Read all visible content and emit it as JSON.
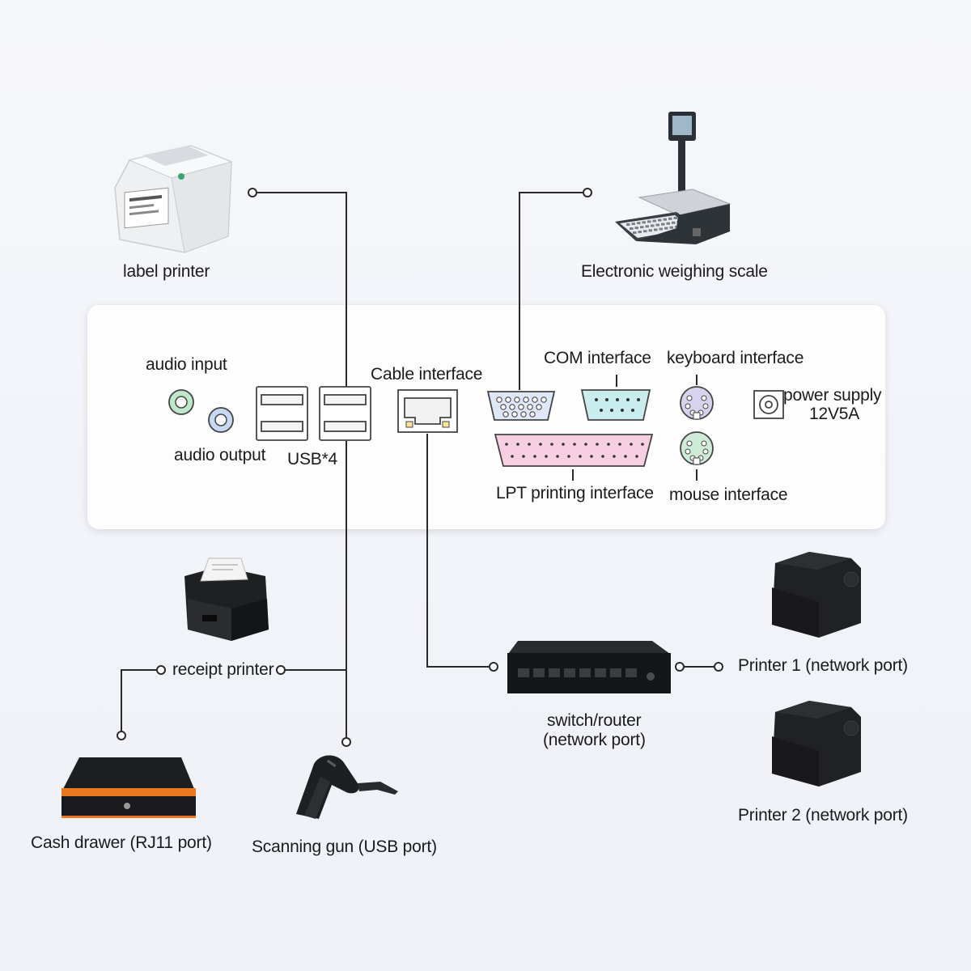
{
  "devices": {
    "label_printer": "label printer",
    "weighing_scale": "Electronic weighing scale",
    "receipt_printer": "receipt printer",
    "cash_drawer": "Cash drawer (RJ11 port)",
    "scanning_gun": "Scanning gun (USB port)",
    "switch_router_line1": "switch/router",
    "switch_router_line2": "(network port)",
    "printer1": "Printer 1 (network port)",
    "printer2": "Printer 2 (network port)"
  },
  "ports": {
    "audio_input": "audio input",
    "audio_output": "audio output",
    "usb": "USB*4",
    "cable_interface": "Cable interface",
    "com_interface": "COM interface",
    "keyboard_interface": "keyboard interface",
    "power_supply_line1": "power supply",
    "power_supply_line2": "12V5A",
    "lpt_interface": "LPT printing interface",
    "mouse_interface": "mouse interface"
  },
  "colors": {
    "panel": "#fdfdfe",
    "line": "#2a2a2a",
    "device_dark": "#1e1e20",
    "drawer_accent": "#e8791f",
    "audio_in": "#bfe8c8",
    "audio_out": "#c6d8f2",
    "com_port": "#c9ecef",
    "lpt_port": "#f7cfe3",
    "keyboard_port": "#d9d2ef",
    "mouse_port": "#cdebd6"
  }
}
